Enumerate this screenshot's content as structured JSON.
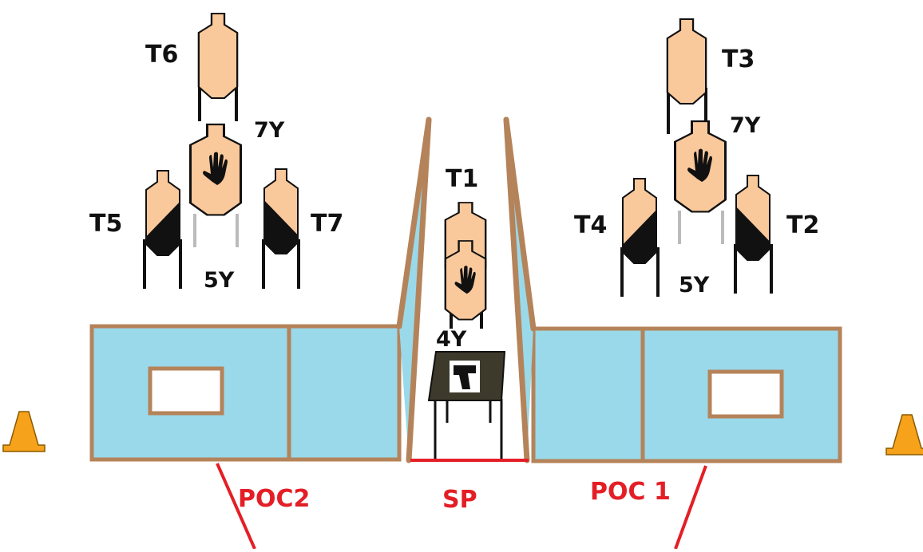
{
  "targets": {
    "t1": "T1",
    "t2": "T2",
    "t3": "T3",
    "t4": "T4",
    "t5": "T5",
    "t6": "T6",
    "t7": "T7"
  },
  "distances": {
    "left_7y": "7Y",
    "left_5y": "5Y",
    "right_7y": "7Y",
    "right_5y": "5Y",
    "center_4y": "4Y"
  },
  "markers": {
    "poc2": "POC2",
    "sp": "SP",
    "poc1": "POC 1"
  },
  "colors": {
    "target_fill": "#f9c89b",
    "no_shoot_fill": "#111111",
    "wall_fill": "#99d9ea",
    "wall_border": "#b5835a",
    "marker_red": "#e41e26",
    "table_top": "#3d3a2c",
    "cone_orange": "#f7a21b"
  },
  "icons": [
    "hand-icon",
    "pistol-icon",
    "traffic-cone-icon"
  ]
}
